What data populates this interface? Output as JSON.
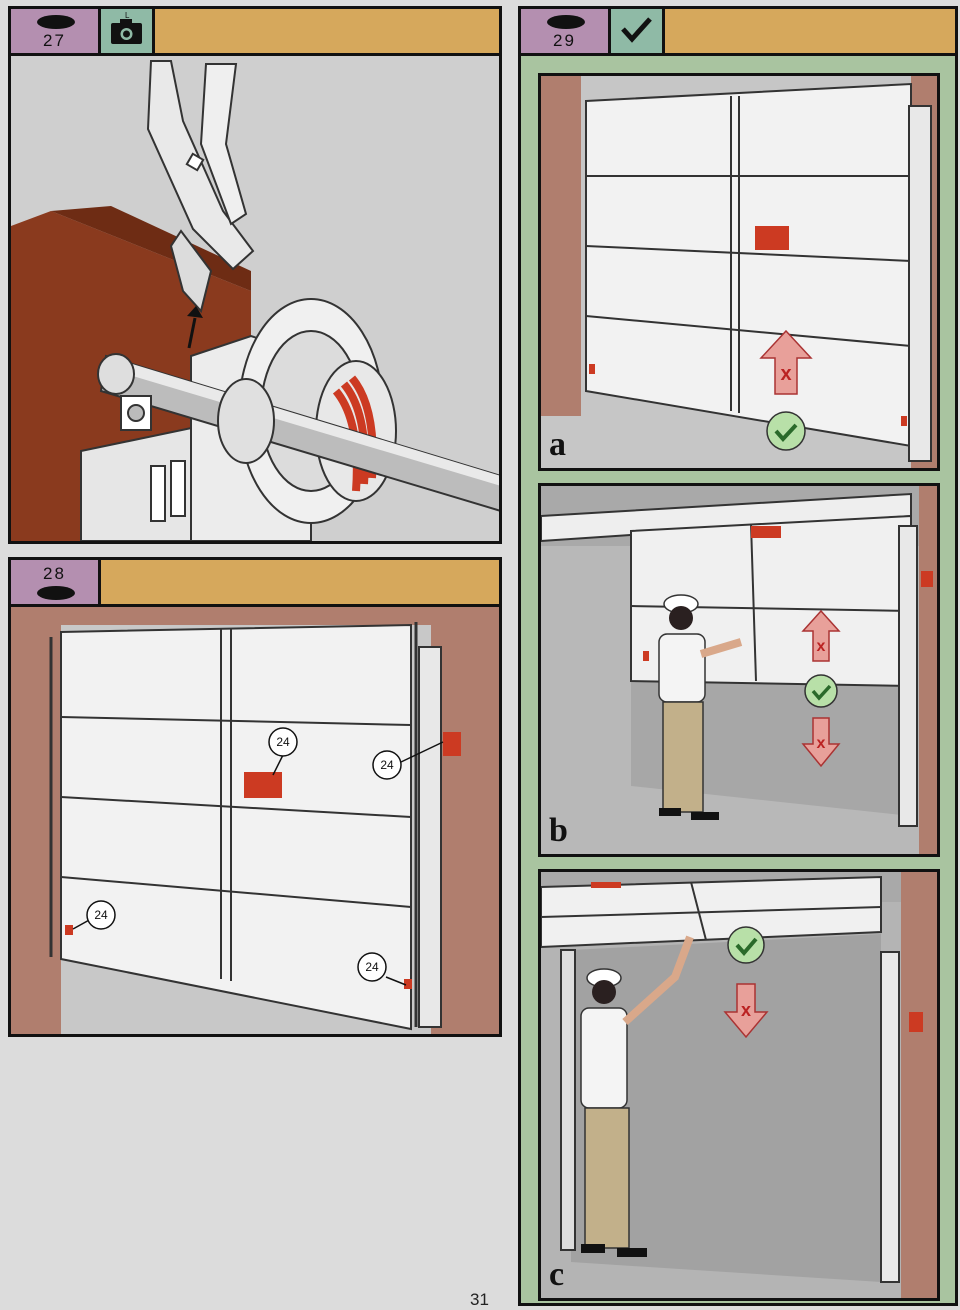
{
  "steps": [
    {
      "number": "27",
      "callouts": []
    },
    {
      "number": "28",
      "callouts": [
        "24",
        "24",
        "24",
        "24"
      ]
    },
    {
      "number": "29",
      "callouts": []
    }
  ],
  "sub_panels": [
    {
      "letter": "a"
    },
    {
      "letter": "b"
    },
    {
      "letter": "c"
    }
  ],
  "page_number": "31",
  "colors": {
    "header": "#d6a85c",
    "step_badge": "#b48fb0",
    "icon_tile": "#8fbaa6",
    "step29_frame": "#a9c4a0",
    "alert": "#cc3a22"
  }
}
